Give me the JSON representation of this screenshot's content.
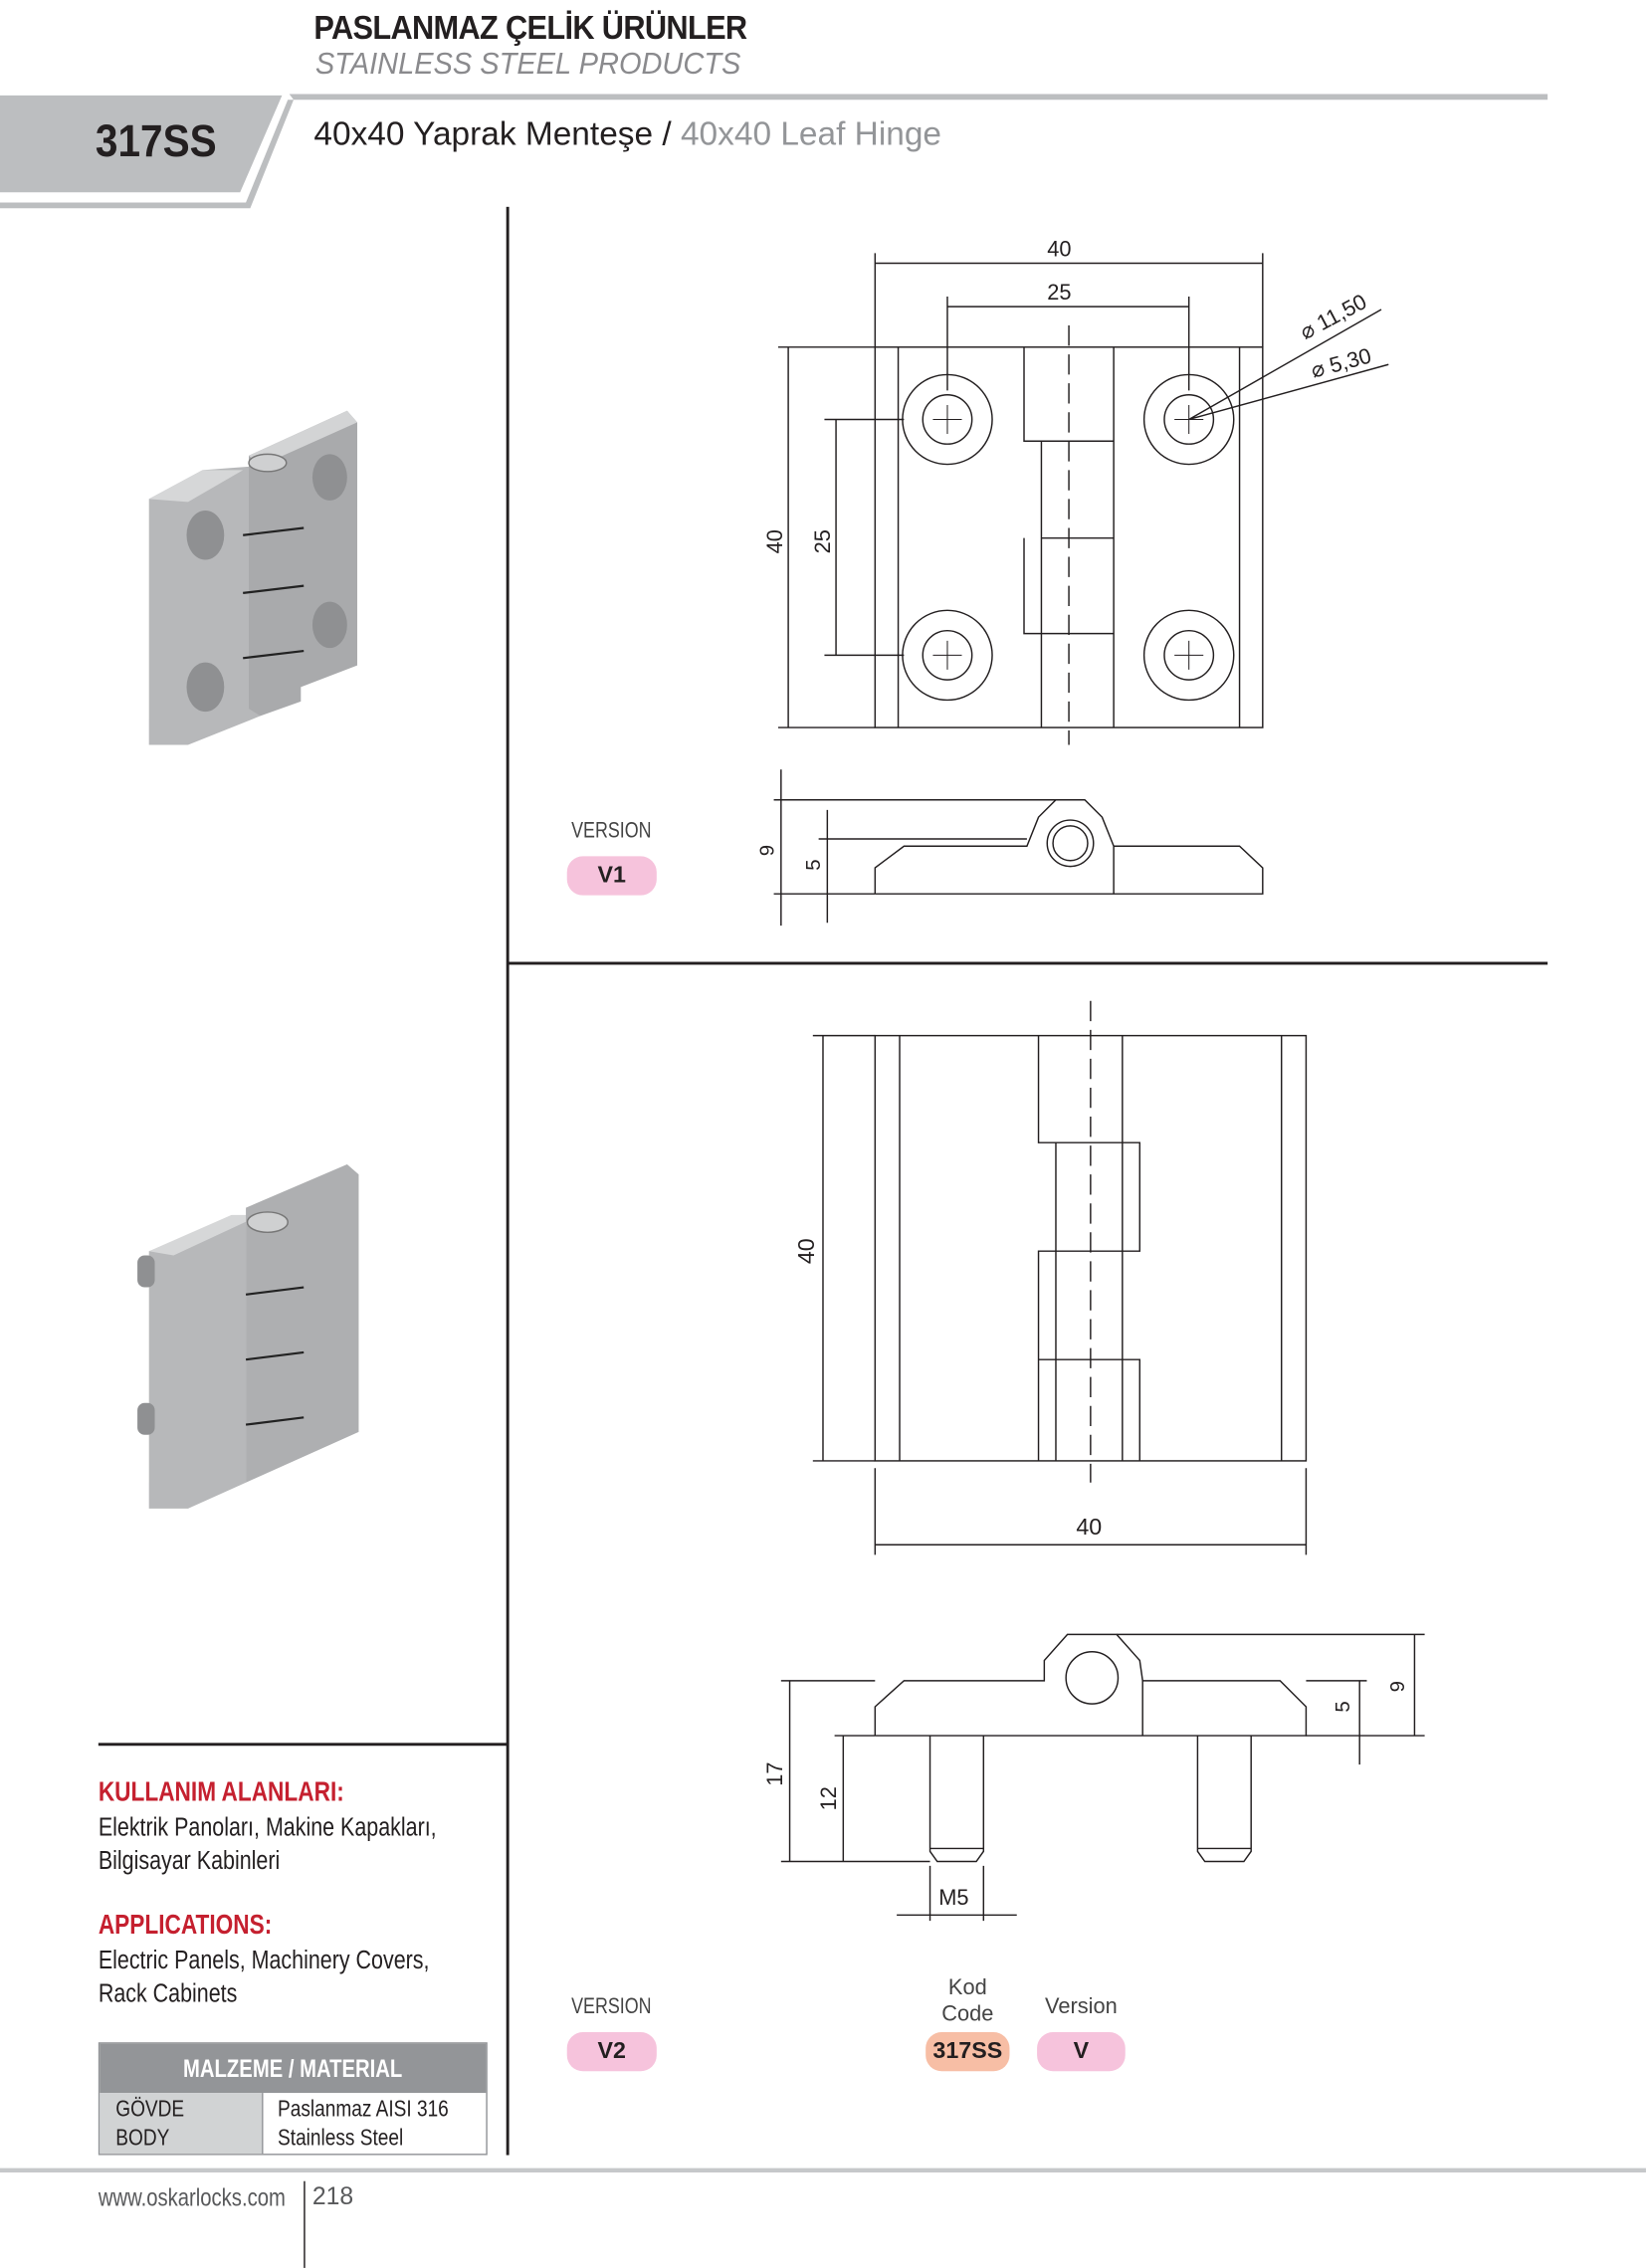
{
  "header": {
    "category_tr": "PASLANMAZ ÇELİK ÜRÜNLER",
    "category_en": "STAINLESS STEEL PRODUCTS",
    "product_code": "317SS",
    "title_tr": "40x40 Yaprak Menteşe /",
    "title_en": "40x40 Leaf Hinge"
  },
  "drawing_v1": {
    "dim_width": "40",
    "dim_hole_spacing_h": "25",
    "dim_height": "40",
    "dim_hole_spacing_v": "25",
    "dim_outer_dia": "⌀ 11,50",
    "dim_inner_dia": "⌀ 5,30",
    "dim_side_total": "9",
    "dim_side_plate": "5"
  },
  "drawing_v2": {
    "dim_height": "40",
    "dim_width": "40",
    "dim_total": "17",
    "dim_stud": "12",
    "dim_thread": "M5",
    "dim_side_plate": "5",
    "dim_side_total": "9"
  },
  "version_v1": {
    "label": "VERSION",
    "value": "V1"
  },
  "version_v2": {
    "label": "VERSION",
    "value": "V2"
  },
  "order_code": {
    "kod_label": "Kod",
    "code_label": "Code",
    "code_value": "317SS",
    "version_label": "Version",
    "version_value": "V"
  },
  "usage": {
    "title_tr": "KULLANIM ALANLARI:",
    "lines_tr": [
      "Elektrik Panoları, Makine Kapakları,",
      "Bilgisayar Kabinleri"
    ],
    "title_en": "APPLICATIONS:",
    "lines_en": [
      "Electric Panels, Machinery Covers,",
      "Rack Cabinets"
    ]
  },
  "material": {
    "header": "MALZEME / MATERIAL",
    "part_tr": "GÖVDE",
    "part_en": "BODY",
    "value_tr": "Paslanmaz AISI 316",
    "value_en": "Stainless Steel"
  },
  "footer": {
    "website": "www.oskarlocks.com",
    "page": "218"
  },
  "colors": {
    "accent_red": "#c5202f",
    "pill_pink": "#f6c3dc",
    "pill_salmon": "#f7bea5",
    "band_gray": "#bcbec0"
  }
}
